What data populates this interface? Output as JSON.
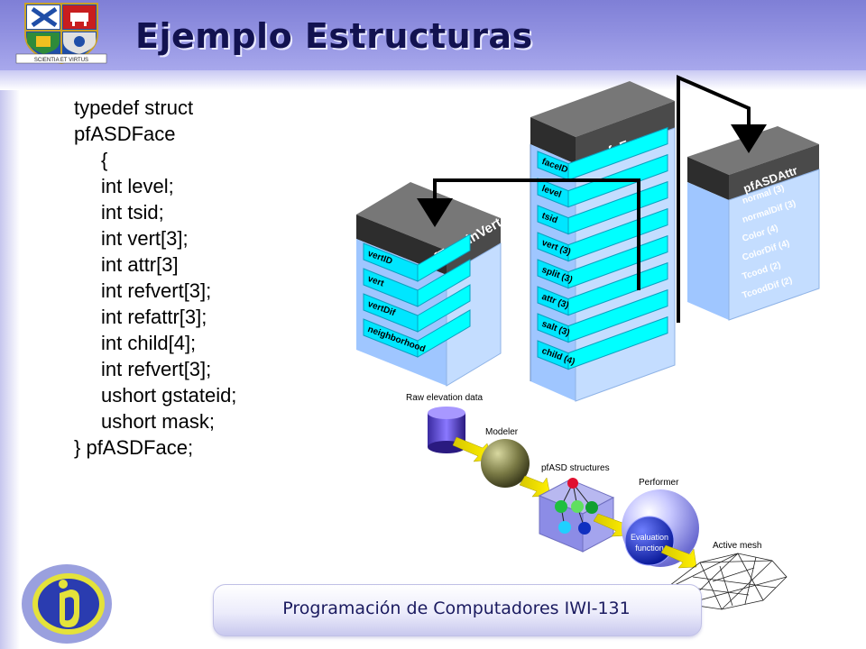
{
  "header": {
    "title": "Ejemplo Estructuras",
    "logo_text": "SCIENTIA ET VIRTUS"
  },
  "code_lines": [
    "typedef struct",
    "pfASDFace",
    "{",
    "int level;",
    "int tsid;",
    "int vert[3];",
    "int attr[3]",
    "int refvert[3];",
    "int refattr[3];",
    "int child[4];",
    "int refvert[3];",
    "ushort gstateid;",
    "ushort mask;",
    "} pfASDFace;"
  ],
  "diagram": {
    "terrain_vert": {
      "title": "pfTerrainVert",
      "fields": [
        "vertID",
        "vert",
        "vertDif",
        "neighborhood"
      ]
    },
    "face": {
      "title": "pfsFace",
      "fields": [
        "faceID",
        "level",
        "tsid",
        "vert (3)",
        "split (3)",
        "attr (3)",
        "salt (3)",
        "child (4)"
      ]
    },
    "attr": {
      "title": "pfASDAttr",
      "fields": [
        "normal (3)",
        "normalDif (3)",
        "Color (4)",
        "ColorDif (4)",
        "Tcood (2)",
        "TcoodDif (2)"
      ]
    },
    "pipeline": {
      "raw": "Raw elevation data",
      "modeler": "Modeler",
      "structures": "pfASD structures",
      "performer": "Performer",
      "evaluation": "Evaluation function",
      "evaluation_line1": "Evaluation",
      "evaluation_line2": "function",
      "mesh": "Active mesh"
    }
  },
  "footer": {
    "text": "Programación de Computadores IWI-131"
  },
  "colors": {
    "header": "#8b8bdc",
    "title": "#121250",
    "cyan": "#00ffff",
    "box_fill": "#aad0ff",
    "box_header": "#555555"
  }
}
